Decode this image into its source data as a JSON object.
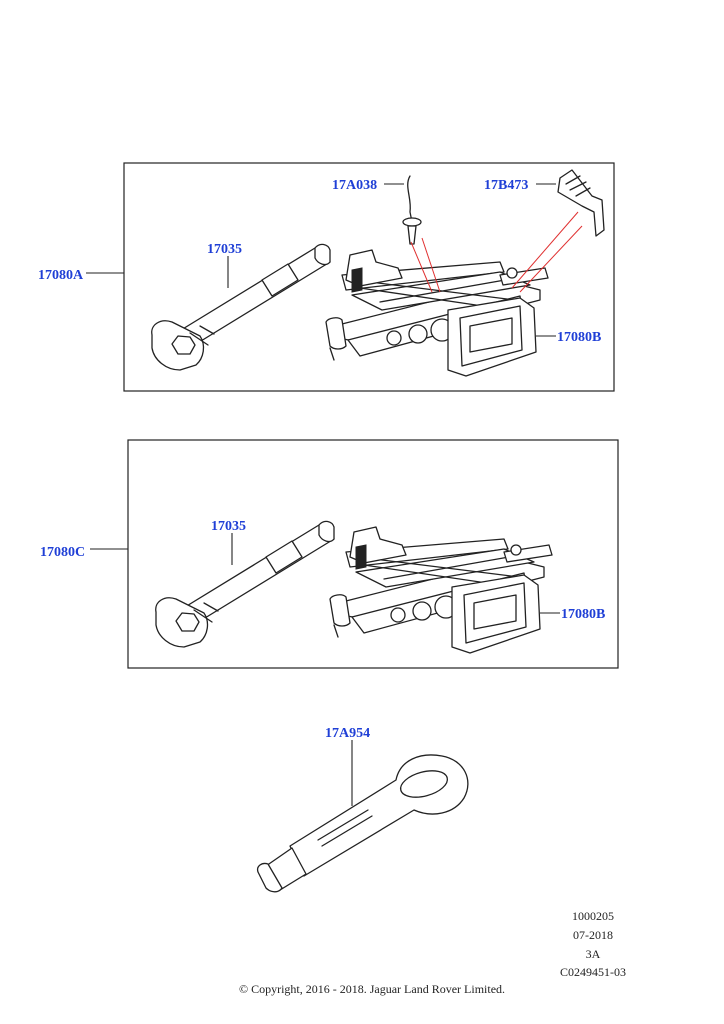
{
  "callouts": {
    "panel1_label": "17080A",
    "panel1_wrench": "17035",
    "panel1_strap": "17A038",
    "panel1_bracket": "17B473",
    "panel1_jack": "17080B",
    "panel2_label": "17080C",
    "panel2_wrench": "17035",
    "panel2_jack": "17080B",
    "tow_eye": "17A954"
  },
  "meta": {
    "code1": "1000205",
    "date": "07-2018",
    "rev": "3A",
    "code2": "C0249451-03"
  },
  "copyright": "© Copyright, 2016 - 2018. Jaguar Land Rover Limited.",
  "colors": {
    "callout": "#1f3fd6",
    "line": "#222222",
    "leader_red": "#e03030"
  }
}
